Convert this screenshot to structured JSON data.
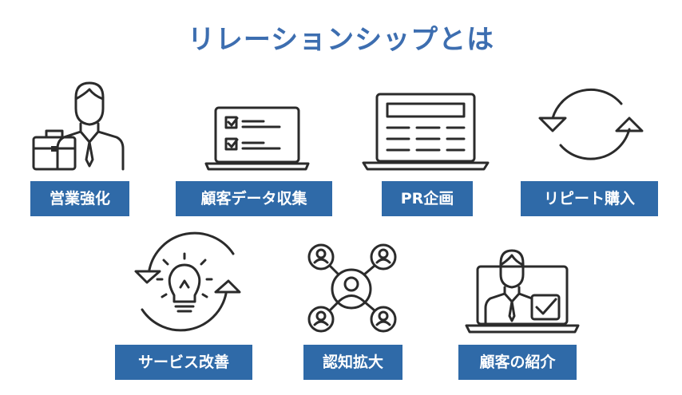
{
  "title": "リレーションシップとは",
  "items": [
    {
      "label": "営業強化",
      "icon": "businessman-briefcase-icon"
    },
    {
      "label": "顧客データ収集",
      "icon": "laptop-checklist-icon"
    },
    {
      "label": "PR企画",
      "icon": "laptop-layout-icon"
    },
    {
      "label": "リピート購入",
      "icon": "refresh-arrows-icon"
    },
    {
      "label": "サービス改善",
      "icon": "lightbulb-cycle-icon"
    },
    {
      "label": "認知拡大",
      "icon": "people-network-icon"
    },
    {
      "label": "顧客の紹介",
      "icon": "person-screen-check-icon"
    }
  ],
  "colors": {
    "title": "#3d6eb0",
    "label_bg": "#2f6aa8",
    "label_text": "#ffffff",
    "icon_stroke": "#2b2b2b"
  }
}
